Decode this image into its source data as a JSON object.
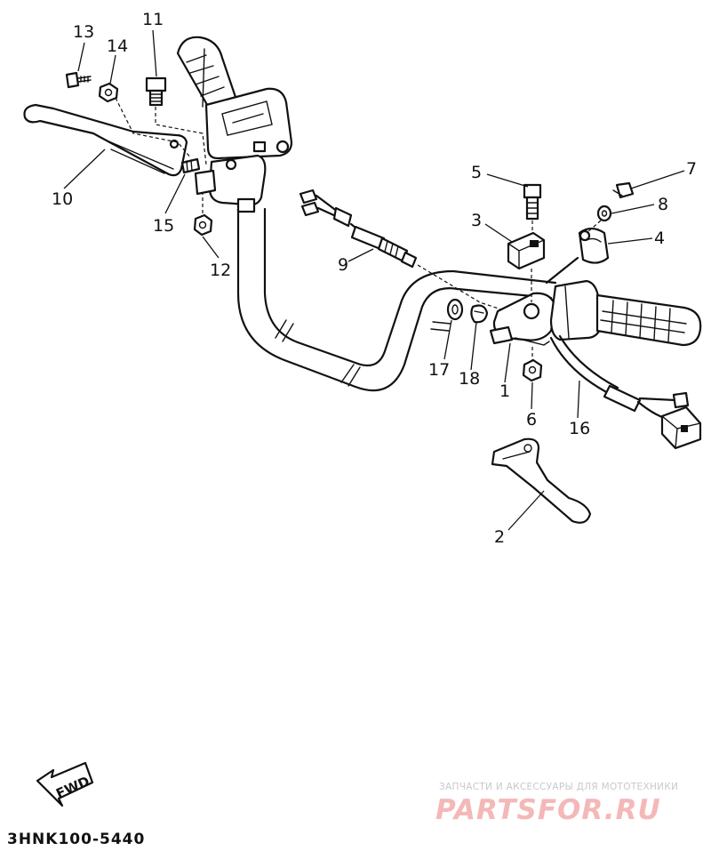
{
  "callouts": [
    {
      "id": "c1",
      "label": "1"
    },
    {
      "id": "c2",
      "label": "2"
    },
    {
      "id": "c3",
      "label": "3"
    },
    {
      "id": "c4",
      "label": "4"
    },
    {
      "id": "c5",
      "label": "5"
    },
    {
      "id": "c6",
      "label": "6"
    },
    {
      "id": "c7",
      "label": "7"
    },
    {
      "id": "c8",
      "label": "8"
    },
    {
      "id": "c9",
      "label": "9"
    },
    {
      "id": "c10",
      "label": "10"
    },
    {
      "id": "c11",
      "label": "11"
    },
    {
      "id": "c12",
      "label": "12"
    },
    {
      "id": "c13",
      "label": "13"
    },
    {
      "id": "c14",
      "label": "14"
    },
    {
      "id": "c15",
      "label": "15"
    },
    {
      "id": "c16",
      "label": "16"
    },
    {
      "id": "c17",
      "label": "17"
    },
    {
      "id": "c18",
      "label": "18"
    }
  ],
  "fwd_label": "FWD",
  "diagram_code": "3HNK100-5440",
  "watermark": {
    "tagline": "ЗАПЧАСТИ И АКСЕССУАРЫ ДЛЯ МОТОТЕХНИКИ",
    "logo": "PARTSFOR.RU",
    "color": "#f4b8b8"
  }
}
